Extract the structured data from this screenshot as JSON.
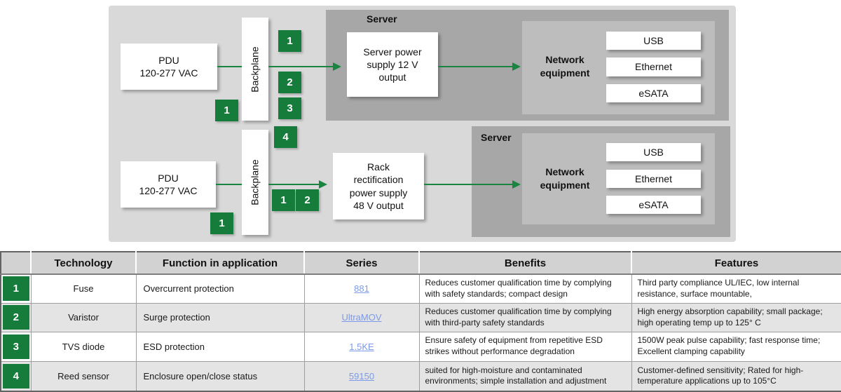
{
  "colors": {
    "badge_green": "#157c3b",
    "arrow_green": "#1a8540",
    "link_blue": "#7d9ae8"
  },
  "diagram": {
    "row1": {
      "pdu": "PDU\n120-277 VAC",
      "backplane": "Backplane",
      "pdu_badge": "1",
      "stack_badges": [
        "1",
        "2",
        "3",
        "4"
      ],
      "server_title": "Server",
      "power_supply": "Server power\nsupply 12 V\noutput",
      "network_label": "Network\nequipment",
      "ports": [
        "USB",
        "Ethernet",
        "eSATA"
      ]
    },
    "row2": {
      "pdu": "PDU\n120-277 VAC",
      "backplane": "Backplane",
      "pdu_badge": "1",
      "line_badges": [
        "1",
        "2"
      ],
      "server_title": "Server",
      "power_supply": "Rack\nrectification\npower supply\n48 V output",
      "network_label": "Network\nequipment",
      "ports": [
        "USB",
        "Ethernet",
        "eSATA"
      ]
    }
  },
  "table": {
    "headers": [
      "Technology",
      "Function in application",
      "Series",
      "Benefits",
      "Features"
    ],
    "rows": [
      {
        "num": "1",
        "technology": "Fuse",
        "function": "Overcurrent protection",
        "series": "881",
        "benefits": "Reduces customer qualification time by complying with safety standards; compact design",
        "features": "Third party compliance UL/IEC, low internal resistance, surface mountable,"
      },
      {
        "num": "2",
        "technology": "Varistor",
        "function": "Surge protection",
        "series": "UltraMOV",
        "benefits": "Reduces customer qualification time by complying with third-party safety standards",
        "features": "High energy absorption capability; small package; high operating temp up to 125° C"
      },
      {
        "num": "3",
        "technology": "TVS diode",
        "function": "ESD protection",
        "series": "1.5KE",
        "benefits": "Ensure safety of equipment from repetitive ESD strikes  without performance degradation",
        "features": "1500W peak pulse capability; fast response time; Excellent clamping capability"
      },
      {
        "num": "4",
        "technology": "Reed sensor",
        "function": "Enclosure open/close status",
        "series": "59150",
        "benefits": "suited for high-moisture and contaminated environments; simple installation and adjustment",
        "features": "Customer-defined sensitivity; Rated for high-temperature applications up to 105°C"
      }
    ]
  }
}
